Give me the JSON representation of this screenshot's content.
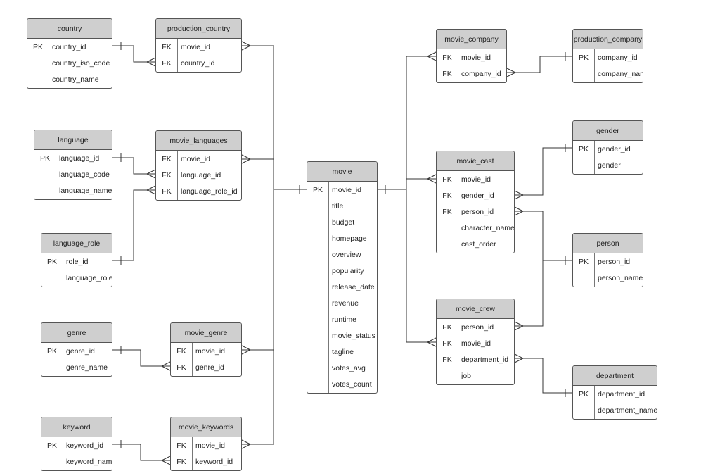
{
  "entities": [
    {
      "id": "country",
      "name": "country",
      "rows": [
        {
          "key": "PK",
          "attr": "country_id"
        },
        {
          "key": "",
          "attr": "country_iso_code"
        },
        {
          "key": "",
          "attr": "country_name"
        }
      ]
    },
    {
      "id": "production_country",
      "name": "production_country",
      "rows": [
        {
          "key": "FK",
          "attr": "movie_id"
        },
        {
          "key": "FK",
          "attr": "country_id"
        }
      ]
    },
    {
      "id": "language",
      "name": "language",
      "rows": [
        {
          "key": "PK",
          "attr": "language_id"
        },
        {
          "key": "",
          "attr": "language_code"
        },
        {
          "key": "",
          "attr": "language_name"
        }
      ]
    },
    {
      "id": "movie_languages",
      "name": "movie_languages",
      "rows": [
        {
          "key": "FK",
          "attr": "movie_id"
        },
        {
          "key": "FK",
          "attr": "language_id"
        },
        {
          "key": "FK",
          "attr": "language_role_id"
        }
      ]
    },
    {
      "id": "language_role",
      "name": "language_role",
      "rows": [
        {
          "key": "PK",
          "attr": "role_id"
        },
        {
          "key": "",
          "attr": "language_role"
        }
      ]
    },
    {
      "id": "genre",
      "name": "genre",
      "rows": [
        {
          "key": "PK",
          "attr": "genre_id"
        },
        {
          "key": "",
          "attr": "genre_name"
        }
      ]
    },
    {
      "id": "movie_genre",
      "name": "movie_genre",
      "rows": [
        {
          "key": "FK",
          "attr": "movie_id"
        },
        {
          "key": "FK",
          "attr": "genre_id"
        }
      ]
    },
    {
      "id": "keyword",
      "name": "keyword",
      "rows": [
        {
          "key": "PK",
          "attr": "keyword_id"
        },
        {
          "key": "",
          "attr": "keyword_name"
        }
      ]
    },
    {
      "id": "movie_keywords",
      "name": "movie_keywords",
      "rows": [
        {
          "key": "FK",
          "attr": "movie_id"
        },
        {
          "key": "FK",
          "attr": "keyword_id"
        }
      ]
    },
    {
      "id": "movie",
      "name": "movie",
      "rows": [
        {
          "key": "PK",
          "attr": "movie_id"
        },
        {
          "key": "",
          "attr": "title"
        },
        {
          "key": "",
          "attr": "budget"
        },
        {
          "key": "",
          "attr": "homepage"
        },
        {
          "key": "",
          "attr": "overview"
        },
        {
          "key": "",
          "attr": "popularity"
        },
        {
          "key": "",
          "attr": "release_date"
        },
        {
          "key": "",
          "attr": "revenue"
        },
        {
          "key": "",
          "attr": "runtime"
        },
        {
          "key": "",
          "attr": "movie_status"
        },
        {
          "key": "",
          "attr": "tagline"
        },
        {
          "key": "",
          "attr": "votes_avg"
        },
        {
          "key": "",
          "attr": "votes_count"
        }
      ]
    },
    {
      "id": "movie_company",
      "name": "movie_company",
      "rows": [
        {
          "key": "FK",
          "attr": "movie_id"
        },
        {
          "key": "FK",
          "attr": "company_id"
        }
      ]
    },
    {
      "id": "production_company",
      "name": "production_company",
      "rows": [
        {
          "key": "PK",
          "attr": "company_id"
        },
        {
          "key": "",
          "attr": "company_name"
        }
      ]
    },
    {
      "id": "movie_cast",
      "name": "movie_cast",
      "rows": [
        {
          "key": "FK",
          "attr": "movie_id"
        },
        {
          "key": "FK",
          "attr": "gender_id"
        },
        {
          "key": "FK",
          "attr": "person_id"
        },
        {
          "key": "",
          "attr": "character_name"
        },
        {
          "key": "",
          "attr": "cast_order"
        }
      ]
    },
    {
      "id": "gender",
      "name": "gender",
      "rows": [
        {
          "key": "PK",
          "attr": "gender_id"
        },
        {
          "key": "",
          "attr": "gender"
        }
      ]
    },
    {
      "id": "person",
      "name": "person",
      "rows": [
        {
          "key": "PK",
          "attr": "person_id"
        },
        {
          "key": "",
          "attr": "person_name"
        }
      ]
    },
    {
      "id": "movie_crew",
      "name": "movie_crew",
      "rows": [
        {
          "key": "FK",
          "attr": "person_id"
        },
        {
          "key": "FK",
          "attr": "movie_id"
        },
        {
          "key": "FK",
          "attr": "department_id"
        },
        {
          "key": "",
          "attr": "job"
        }
      ]
    },
    {
      "id": "department",
      "name": "department",
      "rows": [
        {
          "key": "PK",
          "attr": "department_id"
        },
        {
          "key": "",
          "attr": "department_name"
        }
      ]
    }
  ],
  "relationships": [
    {
      "from": "country",
      "to": "production_country",
      "cardinality": "one-to-many"
    },
    {
      "from": "movie",
      "to": "production_country",
      "cardinality": "one-to-many"
    },
    {
      "from": "language",
      "to": "movie_languages",
      "cardinality": "one-to-many"
    },
    {
      "from": "language_role",
      "to": "movie_languages",
      "cardinality": "one-to-many"
    },
    {
      "from": "movie",
      "to": "movie_languages",
      "cardinality": "one-to-many"
    },
    {
      "from": "genre",
      "to": "movie_genre",
      "cardinality": "one-to-many"
    },
    {
      "from": "movie",
      "to": "movie_genre",
      "cardinality": "one-to-many"
    },
    {
      "from": "keyword",
      "to": "movie_keywords",
      "cardinality": "one-to-many"
    },
    {
      "from": "movie",
      "to": "movie_keywords",
      "cardinality": "one-to-many"
    },
    {
      "from": "movie",
      "to": "movie_company",
      "cardinality": "one-to-many"
    },
    {
      "from": "production_company",
      "to": "movie_company",
      "cardinality": "one-to-many"
    },
    {
      "from": "movie",
      "to": "movie_cast",
      "cardinality": "one-to-many"
    },
    {
      "from": "gender",
      "to": "movie_cast",
      "cardinality": "one-to-many"
    },
    {
      "from": "person",
      "to": "movie_cast",
      "cardinality": "one-to-many"
    },
    {
      "from": "movie",
      "to": "movie_crew",
      "cardinality": "one-to-many"
    },
    {
      "from": "person",
      "to": "movie_crew",
      "cardinality": "one-to-many"
    },
    {
      "from": "department",
      "to": "movie_crew",
      "cardinality": "one-to-many"
    }
  ]
}
